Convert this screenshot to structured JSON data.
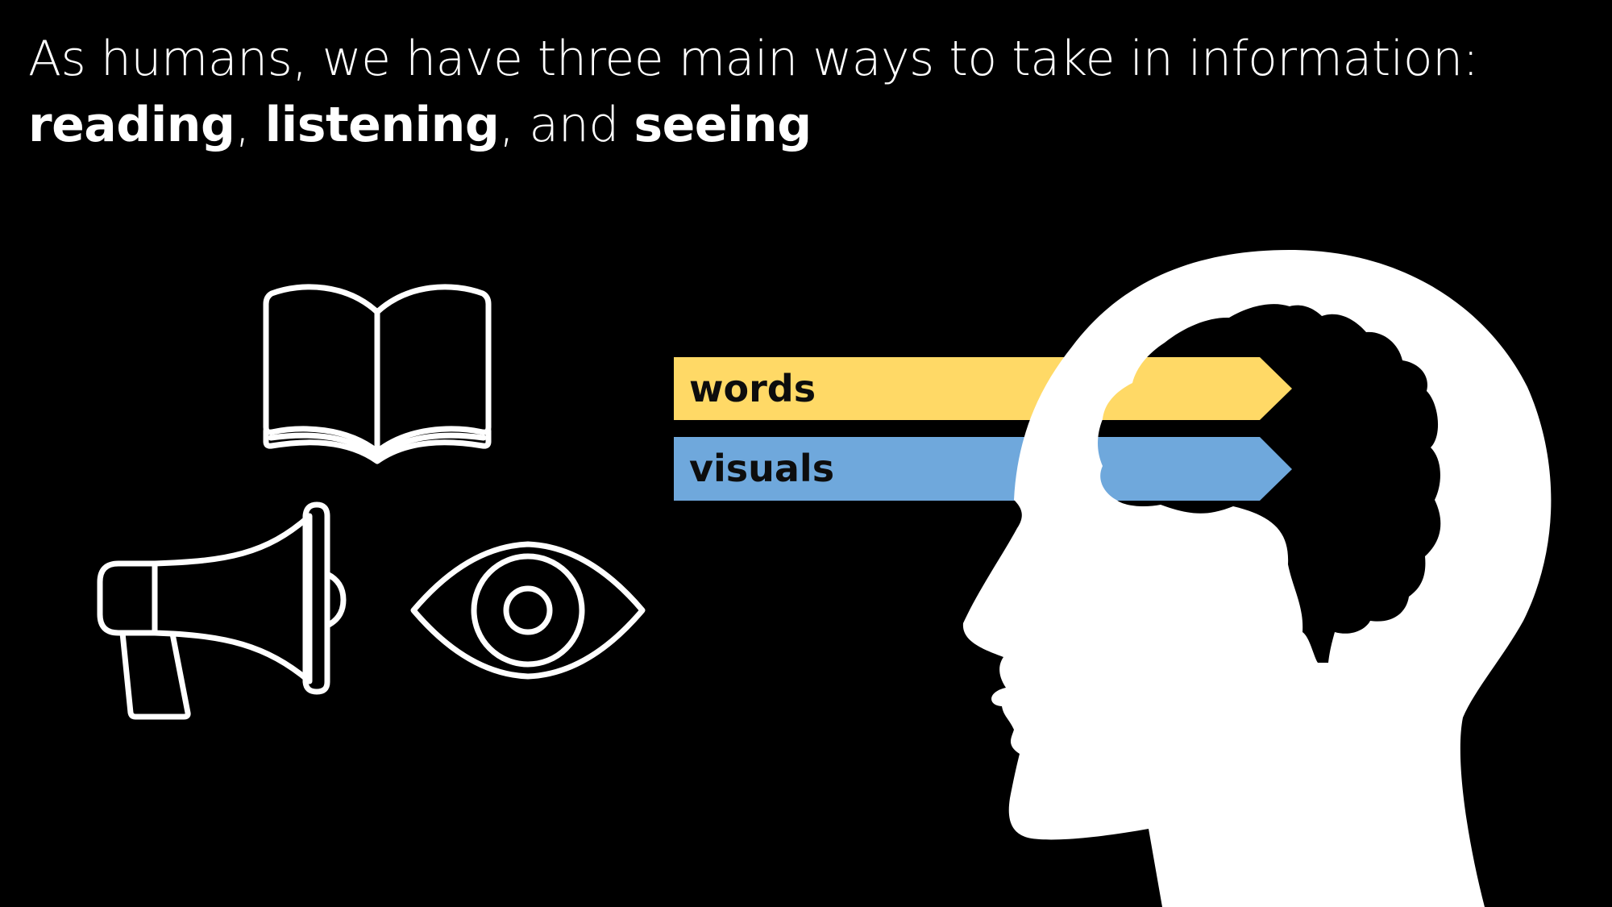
{
  "headline": {
    "line1": "As humans, we have three main ways to take in information:",
    "mode_reading": "reading",
    "sep1": ", ",
    "mode_listening": "listening",
    "sep2": ", and ",
    "mode_seeing": "seeing"
  },
  "arrows": {
    "words": {
      "label": "words",
      "color": "#FFD966"
    },
    "visuals": {
      "label": "visuals",
      "color": "#6FA8DC"
    }
  },
  "icons": {
    "reading": "open-book-icon",
    "listening": "megaphone-icon",
    "seeing": "eye-icon",
    "receiver": "head-with-brain-icon"
  },
  "colors": {
    "background": "#000000",
    "foreground": "#FFFFFF"
  }
}
